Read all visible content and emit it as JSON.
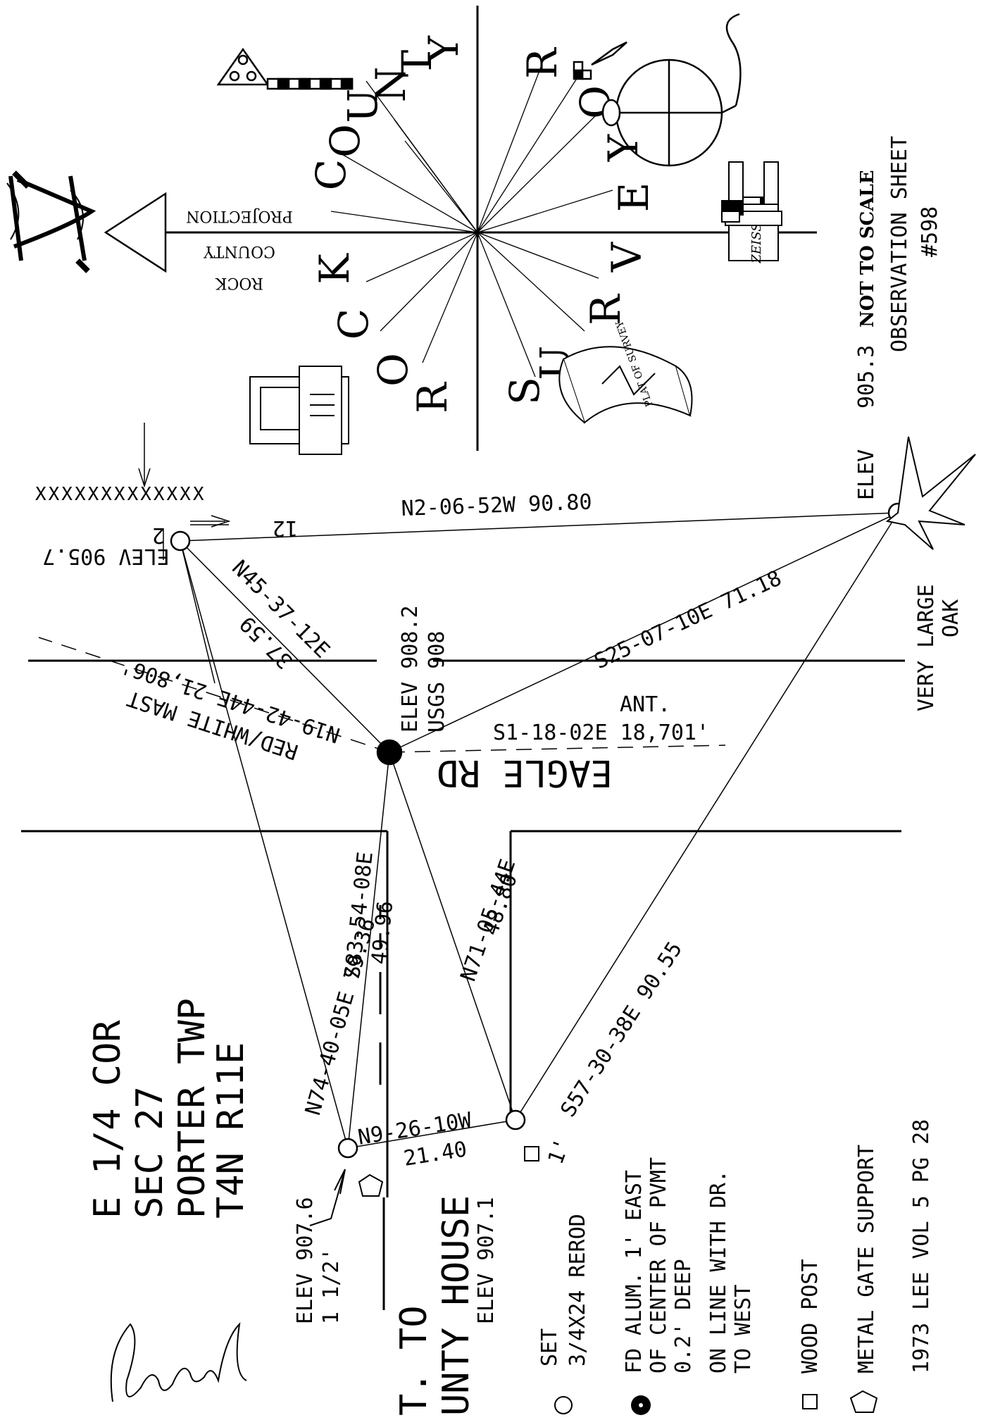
{
  "title_block": {
    "line1": "E 1/4 COR",
    "line2": "SEC 27",
    "line3": "PORTER TWP",
    "line4": "T4N R11E"
  },
  "compass": {
    "letters": [
      "R",
      "O",
      "C",
      "K",
      "C",
      "O",
      "U",
      "N",
      "T",
      "Y",
      "S",
      "U",
      "R",
      "V",
      "E",
      "Y",
      "O",
      "R"
    ],
    "projection_line1": "ROCK",
    "projection_line2": "COUNTY",
    "projection_line3": "PROJECTION",
    "plat_scroll_text": "PLAT OF SURVEY",
    "zeiss_label": "ZEISS"
  },
  "sheet_info": {
    "elev_label": "ELEV",
    "elev_value": "905.3",
    "not_to_scale": "NOT TO SCALE",
    "observation": "OBSERVATION SHEET",
    "sheet_number": "#598"
  },
  "stations": {
    "top_left_elev": "ELEV 905.7",
    "top_left_tick_left": "2",
    "top_left_tick_right": "12",
    "fence": "XXXXXXXXXXXXX",
    "center_elev": "ELEV 908.2",
    "center_usgs": "USGS 908",
    "oak_line1": "VERY LARGE",
    "oak_line2": "OAK",
    "bottom_left_elev": "ELEV 907.6",
    "bottom_left_offset": "1 1/2'",
    "bottom_right_elev": "ELEV 907.1",
    "bottom_right_offset": "1'"
  },
  "bearings": {
    "top": "N2-06-52W 90.80",
    "upper_left_diag": "N45-37-12E",
    "upper_left_dist": "37.59",
    "mast_bearing": "N19-42-44E 21,806'",
    "mast_label": "RED/WHITE MAST",
    "ant_label": "ANT.",
    "ant_bearing": "S1-18-02E 18,701'",
    "oak_diag": "S25-07-10E 71.18",
    "left_long": "N74-40-05E 79.36",
    "center_left_bearing": "S83-54-08E",
    "center_left_dist": "49.96",
    "center_right_bearing": "N71-05-44E",
    "center_right_dist": "48.80",
    "bottom_right_long": "S57-30-38E 90.55",
    "bottom_bearing": "N9-26-10W",
    "bottom_dist": "21.40"
  },
  "roads": {
    "eagle_rd": "EAGLE RD",
    "county_text1": "T. TO",
    "county_text2": "UNTY HOUSE"
  },
  "legend": {
    "set_line1": "SET",
    "set_line2": "3/4X24 REROD",
    "fd_line1": "FD ALUM. 1' EAST",
    "fd_line2": "OF CENTER OF PVMT",
    "fd_line3": "0.2' DEEP",
    "fd_line4": "ON LINE WITH DR.",
    "fd_line5": "TO WEST",
    "wood_post": "WOOD POST",
    "metal_gate": "METAL GATE SUPPORT",
    "reference": "1973 LEE VOL 5 PG 28"
  }
}
